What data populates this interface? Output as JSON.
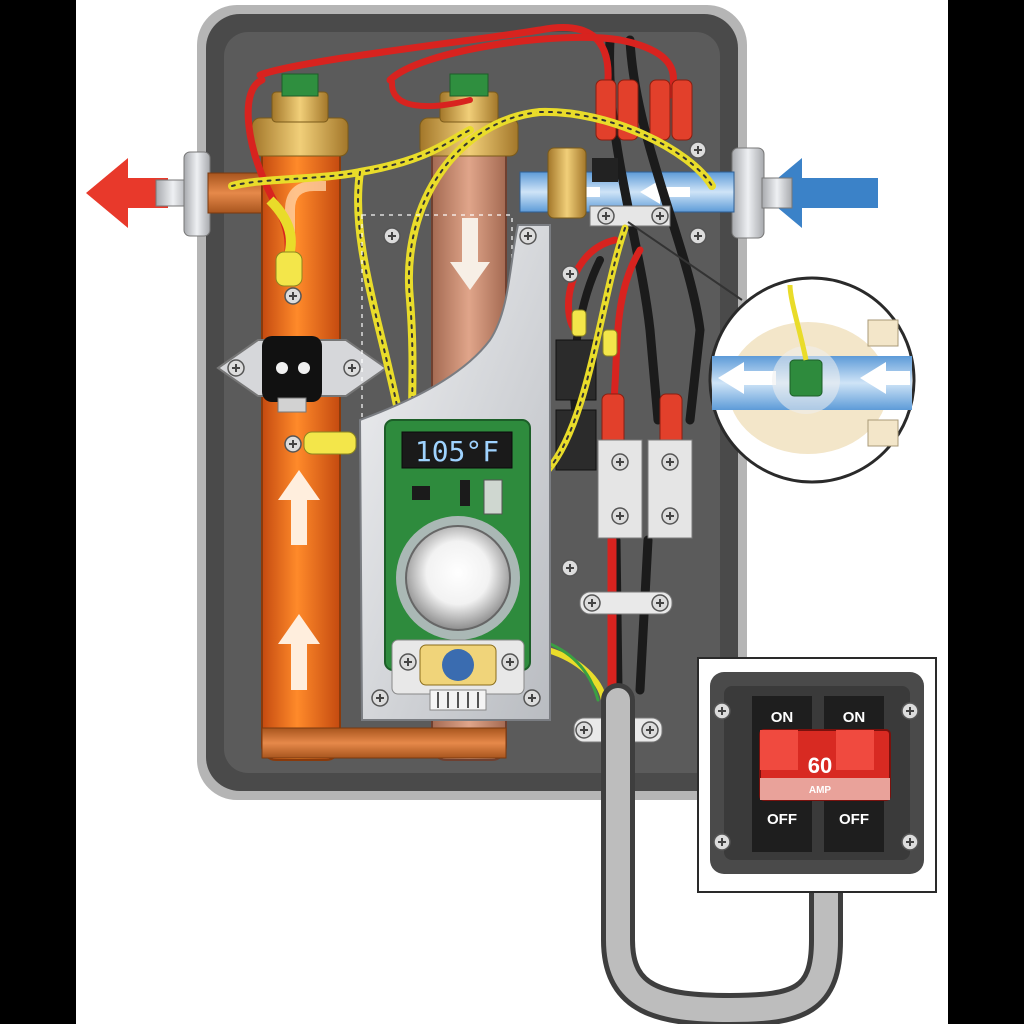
{
  "display": {
    "temperature": "105°F"
  },
  "breaker": {
    "left_top": "ON",
    "right_top": "ON",
    "left_bottom": "OFF",
    "right_bottom": "OFF",
    "rating": "60",
    "unit": "AMP"
  },
  "colors": {
    "hot_arrow": "#e8392b",
    "cold_arrow": "#3b82c8",
    "copper": "#e0641c",
    "housing": "#4a4a4a",
    "wire_red": "#d8231f",
    "wire_yellow": "#e9dc2a",
    "lcd_text": "#9fd3ff",
    "pcb": "#2e8b3d",
    "breaker_red": "#d82a22"
  },
  "icons": [
    "hot-outlet-arrow-icon",
    "cold-inlet-arrow-icon",
    "flow-arrow-icon",
    "screw-icon",
    "flow-sensor-magnifier-icon"
  ]
}
